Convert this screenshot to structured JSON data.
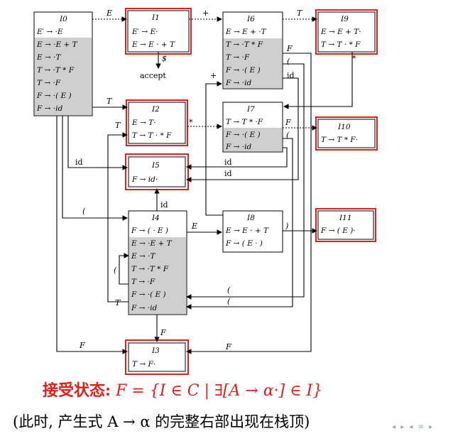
{
  "states": [
    {
      "id": "I0",
      "label": "I0",
      "items": [
        "E′ → ·E",
        "E → ·E + T",
        "E → ·T",
        "T → ·T * F",
        "T → ·F",
        "F → ·( E )",
        "F → ·id"
      ]
    },
    {
      "id": "I1",
      "label": "I1",
      "items": [
        "E′ → E·",
        "E → E · + T"
      ]
    },
    {
      "id": "I2",
      "label": "I2",
      "items": [
        "E → T·",
        "T → T · * F"
      ]
    },
    {
      "id": "I3",
      "label": "I3",
      "items": [
        "T → F·"
      ]
    },
    {
      "id": "I4",
      "label": "I4",
      "items": [
        "F → ( · E )",
        "E → ·E + T",
        "E → ·T",
        "T → ·T * F",
        "T → ·F",
        "F → ·( E )",
        "F → ·id"
      ]
    },
    {
      "id": "I5",
      "label": "I5",
      "items": [
        "F → id·"
      ]
    },
    {
      "id": "I6",
      "label": "I6",
      "items": [
        "E → E + ·T",
        "T → ·T * F",
        "T → ·F",
        "F → ·( E )",
        "F → ·id"
      ]
    },
    {
      "id": "I7",
      "label": "I7",
      "items": [
        "T → T * ·F",
        "F → ·( E )",
        "F → ·id"
      ]
    },
    {
      "id": "I8",
      "label": "I8",
      "items": [
        "E → E · + T",
        "F → ( E · )"
      ]
    },
    {
      "id": "I9",
      "label": "I9",
      "items": [
        "E → E + T·",
        "T → T · * F"
      ]
    },
    {
      "id": "I10",
      "label": "I10",
      "items": [
        "T → T * F·"
      ]
    },
    {
      "id": "I11",
      "label": "I11",
      "items": [
        "F → ( E )·"
      ]
    }
  ],
  "edge_labels": {
    "I0_I1": "E",
    "I1_I6": "+",
    "I6_I9": "T",
    "I1_accept": "$",
    "accept": "accept",
    "I6_F": "F",
    "I6_paren": "(",
    "I6_id": "id",
    "I0_I2": "T",
    "I2_I7": "*",
    "I7_I10": "F",
    "I7_paren": "(",
    "I0_I5": "id",
    "I7_id": "id",
    "I6_id2": "id",
    "I4_id": "id",
    "I0_I4": "(",
    "I8_plus": "+",
    "I4_I8": "E",
    "I8_I11": ")",
    "I9_star": "*",
    "I2_T": "T",
    "I4_T": "T",
    "I4_paren_loop": "(",
    "I6_paren2": "(",
    "I7_paren2": "(",
    "I4_I3": "F",
    "I0_I3": "F",
    "I6_I3": "F"
  },
  "caption": {
    "key": "接受状态:",
    "formula": "F = {I ∈ C | ∃[A → α·] ∈ I}",
    "note": "(此时, 产生式 A → α 的完整右部出现在栈顶)"
  },
  "nav": "◂ ▸ ◂ ≡ ▸"
}
